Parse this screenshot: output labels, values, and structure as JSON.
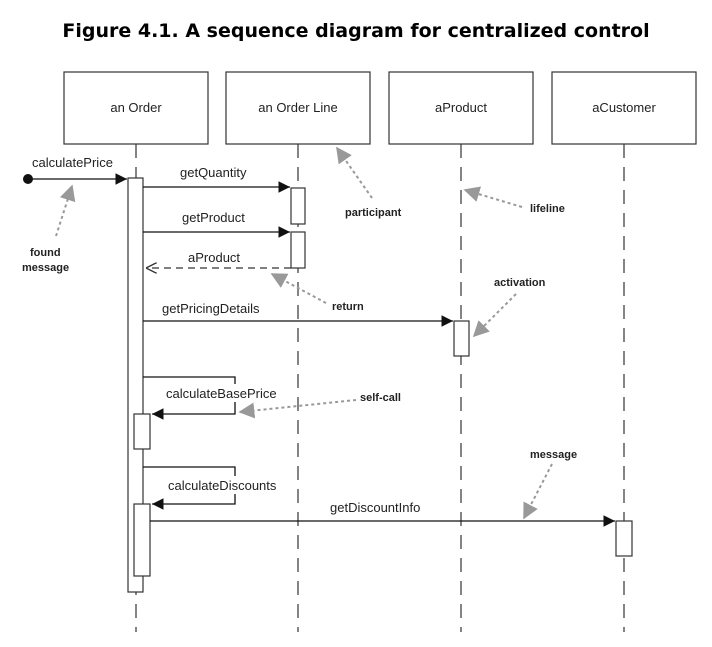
{
  "title": "Figure 4.1. A sequence diagram for centralized control",
  "participants": [
    "an Order",
    "an Order Line",
    "aProduct",
    "aCustomer"
  ],
  "messages": {
    "calculatePrice": "calculatePrice",
    "getQuantity": "getQuantity",
    "getProduct": "getProduct",
    "aProduct_return": "aProduct",
    "getPricingDetails": "getPricingDetails",
    "calculateBasePrice": "calculateBasePrice",
    "calculateDiscounts": "calculateDiscounts",
    "getDiscountInfo": "getDiscountInfo"
  },
  "annotations": {
    "found_message_line1": "found",
    "found_message_line2": "message",
    "participant": "participant",
    "lifeline": "lifeline",
    "activation": "activation",
    "return": "return",
    "self_call": "self-call",
    "message": "message"
  },
  "colors": {
    "line": "#333333",
    "annotation_arrow": "#999999"
  }
}
